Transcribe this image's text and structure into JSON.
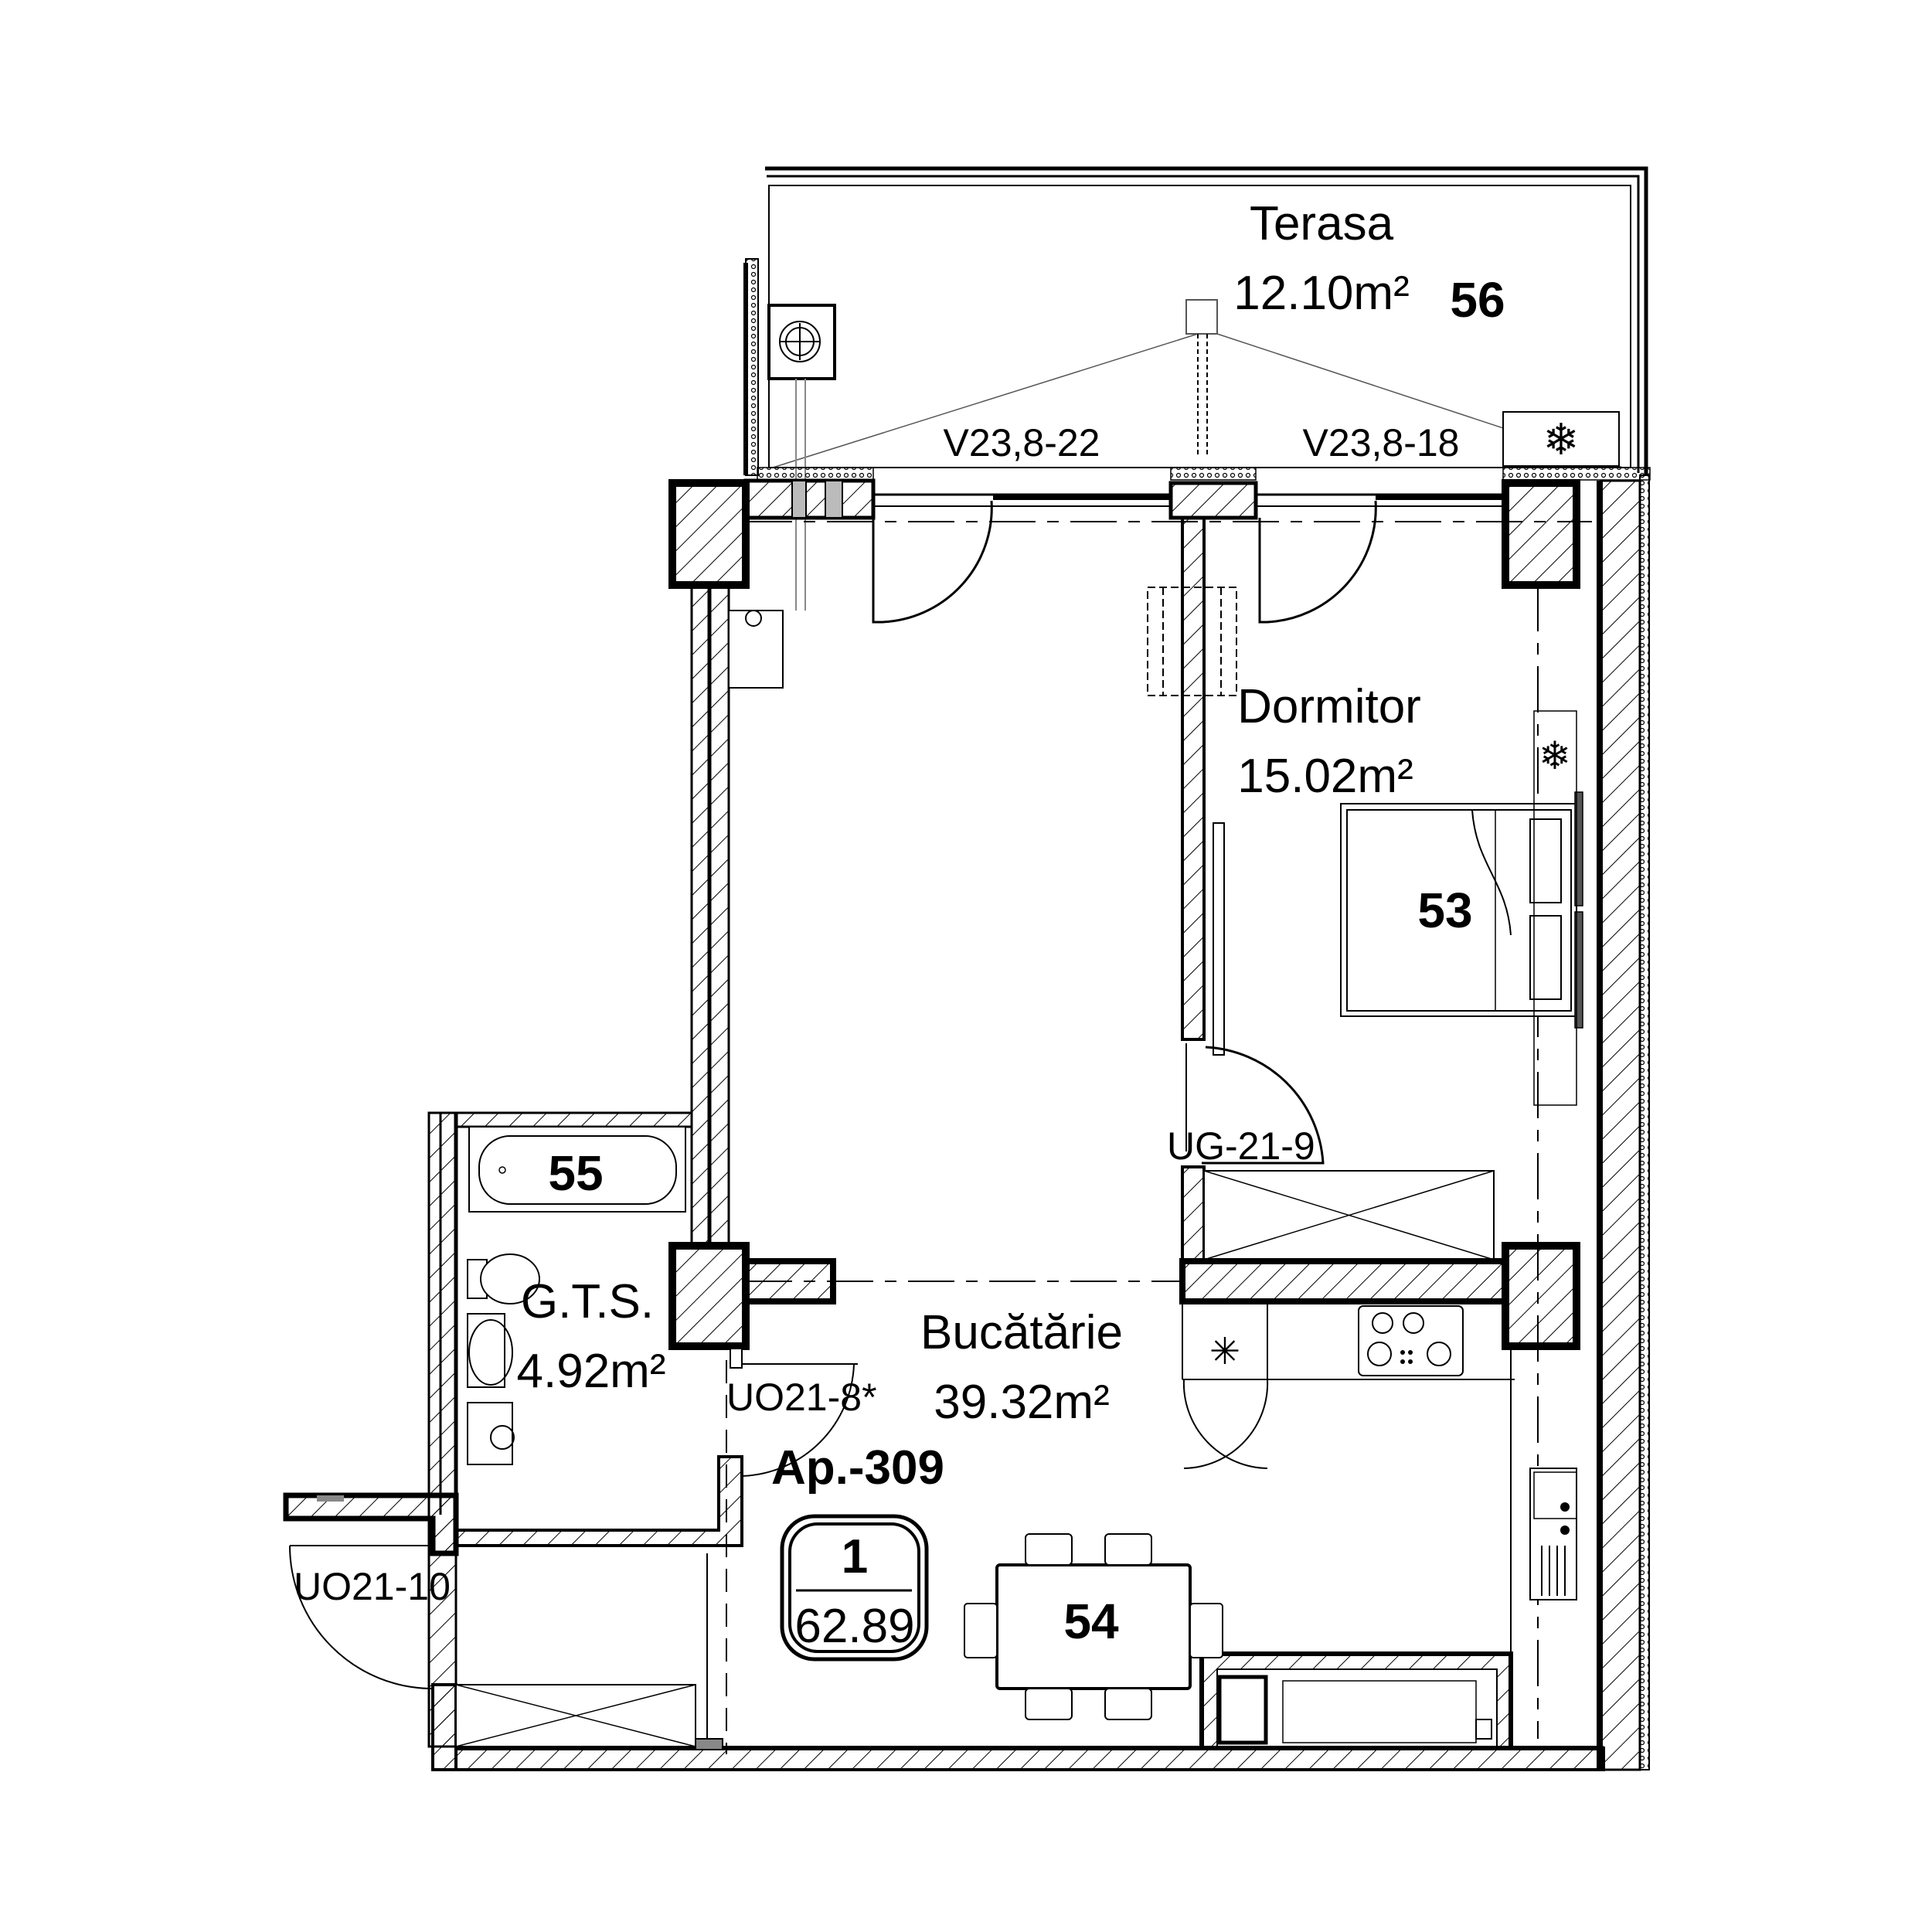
{
  "plan": {
    "apartment_label": "Ap.-309",
    "badge": {
      "rooms": "1",
      "area": "62.89"
    },
    "colors": {
      "line": "#000000",
      "background": "#ffffff",
      "wall_fill": "#ffffff"
    }
  },
  "rooms": {
    "terasa": {
      "name": "Terasa",
      "area": "12.10m²",
      "number": "56"
    },
    "dormitor": {
      "name": "Dormitor",
      "area": "15.02m²",
      "number": "53"
    },
    "bucatarie": {
      "name": "Bucătărie",
      "area": "39.32m²",
      "number": "54"
    },
    "gts": {
      "name": "G.T.S.",
      "area": "4.92m²",
      "number": "55"
    }
  },
  "openings": {
    "window_left": "V23,8-22",
    "window_right": "V23,8-18",
    "door_bedroom": "UG-21-9",
    "door_bathroom": "UO21-8*",
    "door_entrance": "UO21-10"
  },
  "fixtures": [
    "ac-outdoor-unit-icon",
    "ac-indoor-unit-icon",
    "cooktop-icon",
    "sink-icon",
    "bathtub-icon",
    "toilet-icon",
    "washbasin-icon",
    "washing-machine-icon",
    "dining-table-icon",
    "double-bed-icon",
    "wardrobe-icon",
    "fridge-icon",
    "boiler-icon"
  ]
}
